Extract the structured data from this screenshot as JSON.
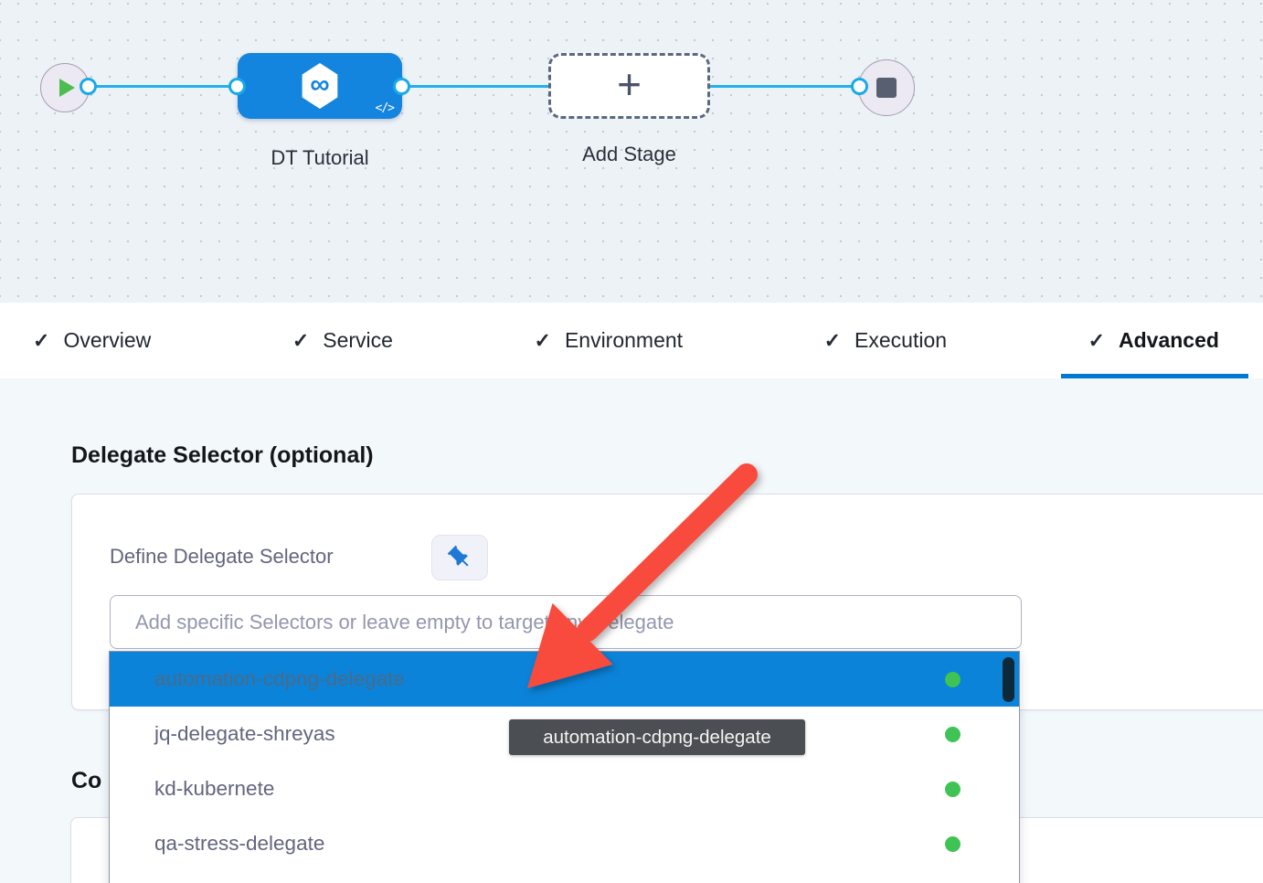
{
  "canvas": {
    "stage_label": "DT Tutorial",
    "add_stage_label": "Add Stage"
  },
  "icons": {
    "check": "✓",
    "plus": "+",
    "code": "</>",
    "infinity": "∞"
  },
  "tabs": [
    {
      "label": "Overview",
      "active": false
    },
    {
      "label": "Service",
      "active": false
    },
    {
      "label": "Environment",
      "active": false
    },
    {
      "label": "Execution",
      "active": false
    },
    {
      "label": "Advanced",
      "active": true
    }
  ],
  "panel": {
    "heading": "Delegate Selector (optional)",
    "define_label": "Define Delegate Selector",
    "input_placeholder": "Add specific Selectors or leave empty to target any Delegate",
    "section2_heading_visible": "Co"
  },
  "dropdown": {
    "options": [
      {
        "label": "automation-cdpng-delegate",
        "selected": true,
        "status": "connected"
      },
      {
        "label": "jq-delegate-shreyas",
        "selected": false,
        "status": "connected"
      },
      {
        "label": "kd-kubernete",
        "selected": false,
        "status": "connected"
      },
      {
        "label": "qa-stress-delegate",
        "selected": false,
        "status": "connected"
      }
    ]
  },
  "tooltip": {
    "text": "automation-cdpng-delegate"
  },
  "colors": {
    "tab_accent": "#0278d5",
    "stage_node_blue": "#1485df",
    "selected_row_blue": "#0b83d9",
    "edge_blue": "#22b1ea",
    "status_green": "#3fc355",
    "annotation_red": "#f84b3e"
  }
}
